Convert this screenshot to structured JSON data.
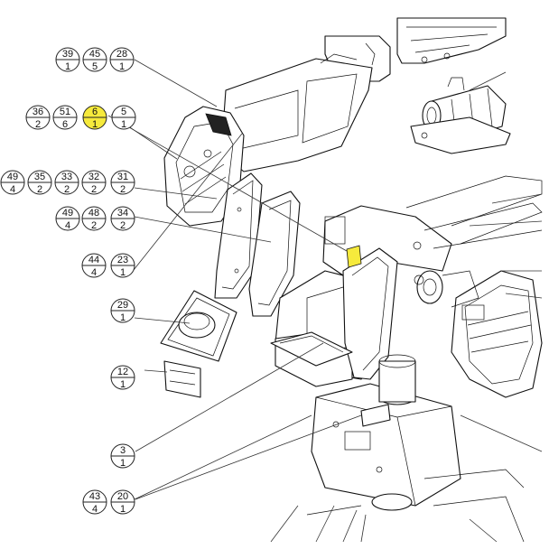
{
  "colors": {
    "highlight": "#f6ea3c",
    "line": "#111111",
    "background": "#ffffff"
  },
  "callouts": [
    {
      "id": "c1",
      "top": "39",
      "bottom": "1"
    },
    {
      "id": "c2",
      "top": "45",
      "bottom": "5"
    },
    {
      "id": "c3",
      "top": "28",
      "bottom": "1"
    },
    {
      "id": "c4",
      "top": "36",
      "bottom": "2"
    },
    {
      "id": "c5",
      "top": "51",
      "bottom": "6"
    },
    {
      "id": "c6",
      "top": "6",
      "bottom": "1",
      "highlighted": true
    },
    {
      "id": "c7",
      "top": "5",
      "bottom": "1"
    },
    {
      "id": "c8",
      "top": "49",
      "bottom": "4"
    },
    {
      "id": "c9",
      "top": "35",
      "bottom": "2"
    },
    {
      "id": "c10",
      "top": "33",
      "bottom": "2"
    },
    {
      "id": "c11",
      "top": "32",
      "bottom": "2"
    },
    {
      "id": "c12",
      "top": "31",
      "bottom": "2"
    },
    {
      "id": "c13",
      "top": "49",
      "bottom": "4"
    },
    {
      "id": "c14",
      "top": "48",
      "bottom": "2"
    },
    {
      "id": "c15",
      "top": "34",
      "bottom": "2"
    },
    {
      "id": "c16",
      "top": "44",
      "bottom": "4"
    },
    {
      "id": "c17",
      "top": "23",
      "bottom": "1"
    },
    {
      "id": "c18",
      "top": "29",
      "bottom": "1"
    },
    {
      "id": "c19",
      "top": "12",
      "bottom": "1"
    },
    {
      "id": "c20",
      "top": "3",
      "bottom": "1"
    },
    {
      "id": "c21",
      "top": "43",
      "bottom": "4"
    },
    {
      "id": "c22",
      "top": "20",
      "bottom": "1"
    }
  ]
}
